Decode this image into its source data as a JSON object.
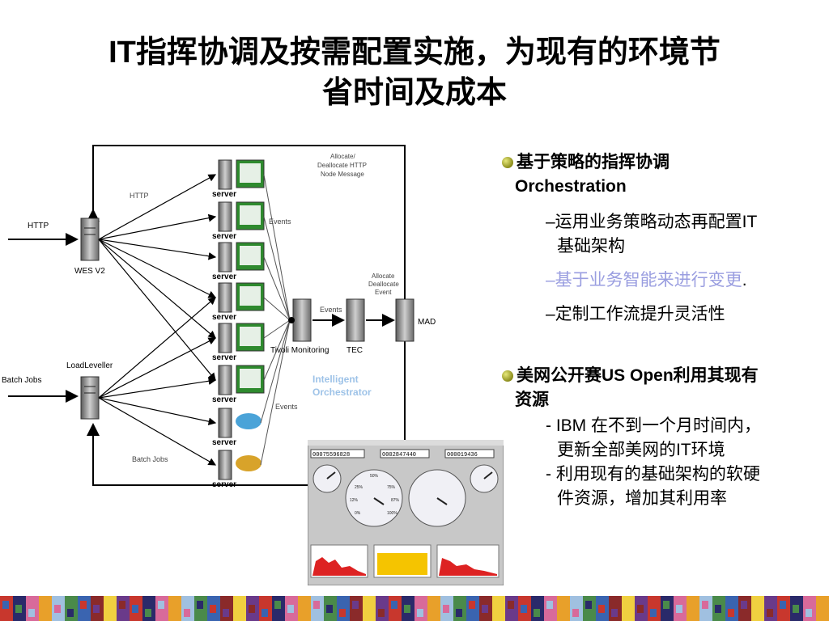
{
  "title": {
    "line1": "IT指挥协调及按需配置实施，为现有的环境节",
    "line2": "省时间及成本"
  },
  "diagram": {
    "labels": {
      "http_in": "HTTP",
      "http_mid": "HTTP",
      "wes": "WES V2",
      "load_leveller": "LoadLeveller",
      "batch_in": "Batch Jobs",
      "batch_mid": "Batch Jobs",
      "server": "server",
      "events_top": "Events",
      "events_mid": "Events",
      "events_bottom": "Events",
      "allocate_top": "Allocate/",
      "allocate_top2": "Deallocate HTTP",
      "allocate_top3": "Node Message",
      "allocate_ev1": "Allocate",
      "allocate_ev2": "Deallocate",
      "allocate_ev3": "Event",
      "tivoli": "Tivoli Monitoring",
      "tec": "TEC",
      "mad": "MAD",
      "intelligent1": "Intelligent",
      "intelligent2": "Orchestrator"
    },
    "panel_counters": [
      "00075596828",
      "0002847440",
      "000019436"
    ],
    "gauge_ticks": [
      "25%",
      "50%",
      "75%",
      "12%",
      "87%",
      "0%",
      "100%"
    ],
    "colors": {
      "intelligent": "#9ec3e8",
      "panel": "#c8c8c8"
    }
  },
  "bullets": {
    "b1_line1": "基于策略的指挥协调",
    "b1_line2": "Orchestration",
    "b1_sub1_line1": "–运用业务策略动态再配置IT",
    "b1_sub1_line2": "基础架构",
    "b1_sub2": "–基于业务智能来进行变更",
    "b1_sub2_dot": ".",
    "b1_sub3": "–定制工作流提升灵活性",
    "b2_line1": "美网公开赛US Open利用其现有",
    "b2_line2": "资源",
    "b2_sub1_line1": "- IBM 在不到一个月时间内，",
    "b2_sub1_line2": "更新全部美网的IT环境",
    "b2_sub2_line1": "- 利用现有的基础架构的软硬",
    "b2_sub2_line2": "件资源，增加其利用率"
  }
}
